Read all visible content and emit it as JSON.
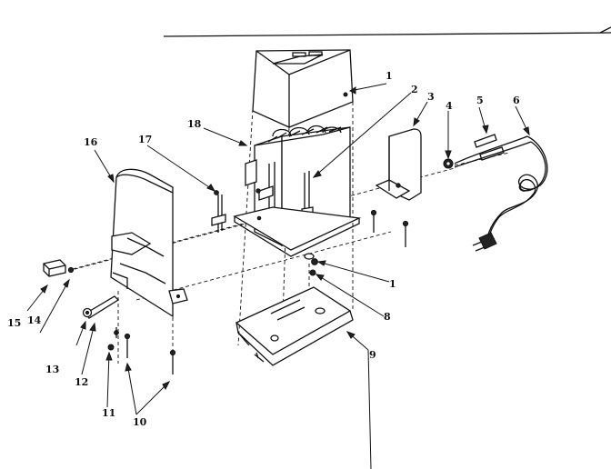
{
  "callouts": [
    "1",
    "2",
    "3",
    "4",
    "5",
    "6",
    "1",
    "8",
    "9",
    "10",
    "11",
    "12",
    "13",
    "14",
    "15",
    "16",
    "17",
    "18"
  ]
}
